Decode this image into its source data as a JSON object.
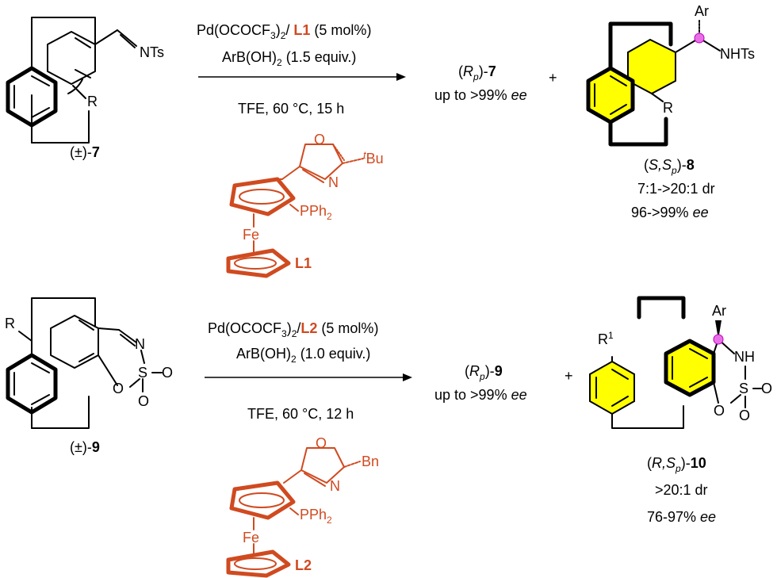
{
  "colors": {
    "ligand": "#d04a20",
    "highlight": "#ffff00",
    "stereo_marker": "#e86ee8"
  },
  "reaction1": {
    "substrate": {
      "label_prefix": "(±)-",
      "label_num": "7",
      "imine": "NTs",
      "substituent": "R"
    },
    "reagents": {
      "line1_a": "Pd(OCOCF",
      "line1_sub3": "3",
      "line1_b": ")",
      "line1_sub2": "2",
      "line1_c": "/ ",
      "line1_ligand": "L1",
      "line1_d": " (5 mol%)",
      "line2_a": "ArB(OH)",
      "line2_sub": "2",
      "line2_b": " (1.5 equiv.)",
      "line3": "TFE, 60 °C, 15 h"
    },
    "ligand": {
      "name": "L1",
      "o": "O",
      "n": "N",
      "sup": "t",
      "group": "Bu",
      "fe": "Fe",
      "pph": "PPh",
      "pph_sub": "2"
    },
    "recovered": {
      "open": "(",
      "r": "R",
      "sub": "p",
      "close": ")-",
      "num": "7",
      "ee_a": "up to >99% ",
      "ee_b": "ee"
    },
    "plus": "+",
    "product": {
      "ar": "Ar",
      "nh": "NHTs",
      "substituent": "R",
      "label_a": "(",
      "label_s": "S,S",
      "label_sub": "p",
      "label_b": ")-",
      "label_num": "8",
      "dr": "7:1->20:1 dr",
      "ee_a": "96->99% ",
      "ee_b": "ee"
    }
  },
  "reaction2": {
    "substrate": {
      "label_prefix": "(±)-",
      "label_num": "9",
      "substituent": "R",
      "n": "N",
      "s": "S",
      "o1": "O",
      "o2": "O",
      "o3": "O"
    },
    "reagents": {
      "line1_a": "Pd(OCOCF",
      "line1_sub3": "3",
      "line1_b": ")",
      "line1_sub2": "2",
      "line1_c": "/",
      "line1_ligand": "L2",
      "line1_d": " (5 mol%)",
      "line2_a": "ArB(OH)",
      "line2_sub": "2",
      "line2_b": " (1.0 equiv.)",
      "line3": "TFE, 60 °C, 12 h"
    },
    "ligand": {
      "name": "L2",
      "o": "O",
      "n": "N",
      "group": "Bn",
      "fe": "Fe",
      "pph": "PPh",
      "pph_sub": "2"
    },
    "recovered": {
      "open": "(",
      "r": "R",
      "sub": "p",
      "close": ")-",
      "num": "9",
      "ee_a": "up to >99% ",
      "ee_b": "ee"
    },
    "plus": "+",
    "product": {
      "ar": "Ar",
      "nh": "NH",
      "n": "N",
      "s": "S",
      "o1": "O",
      "o2": "O",
      "o3": "O",
      "r": "R",
      "r_sup": "1",
      "label_a": "(",
      "label_s": "R,S",
      "label_sub": "p",
      "label_b": ")-",
      "label_num": "10",
      "dr": ">20:1 dr",
      "ee_a": "76-97% ",
      "ee_b": "ee"
    }
  }
}
